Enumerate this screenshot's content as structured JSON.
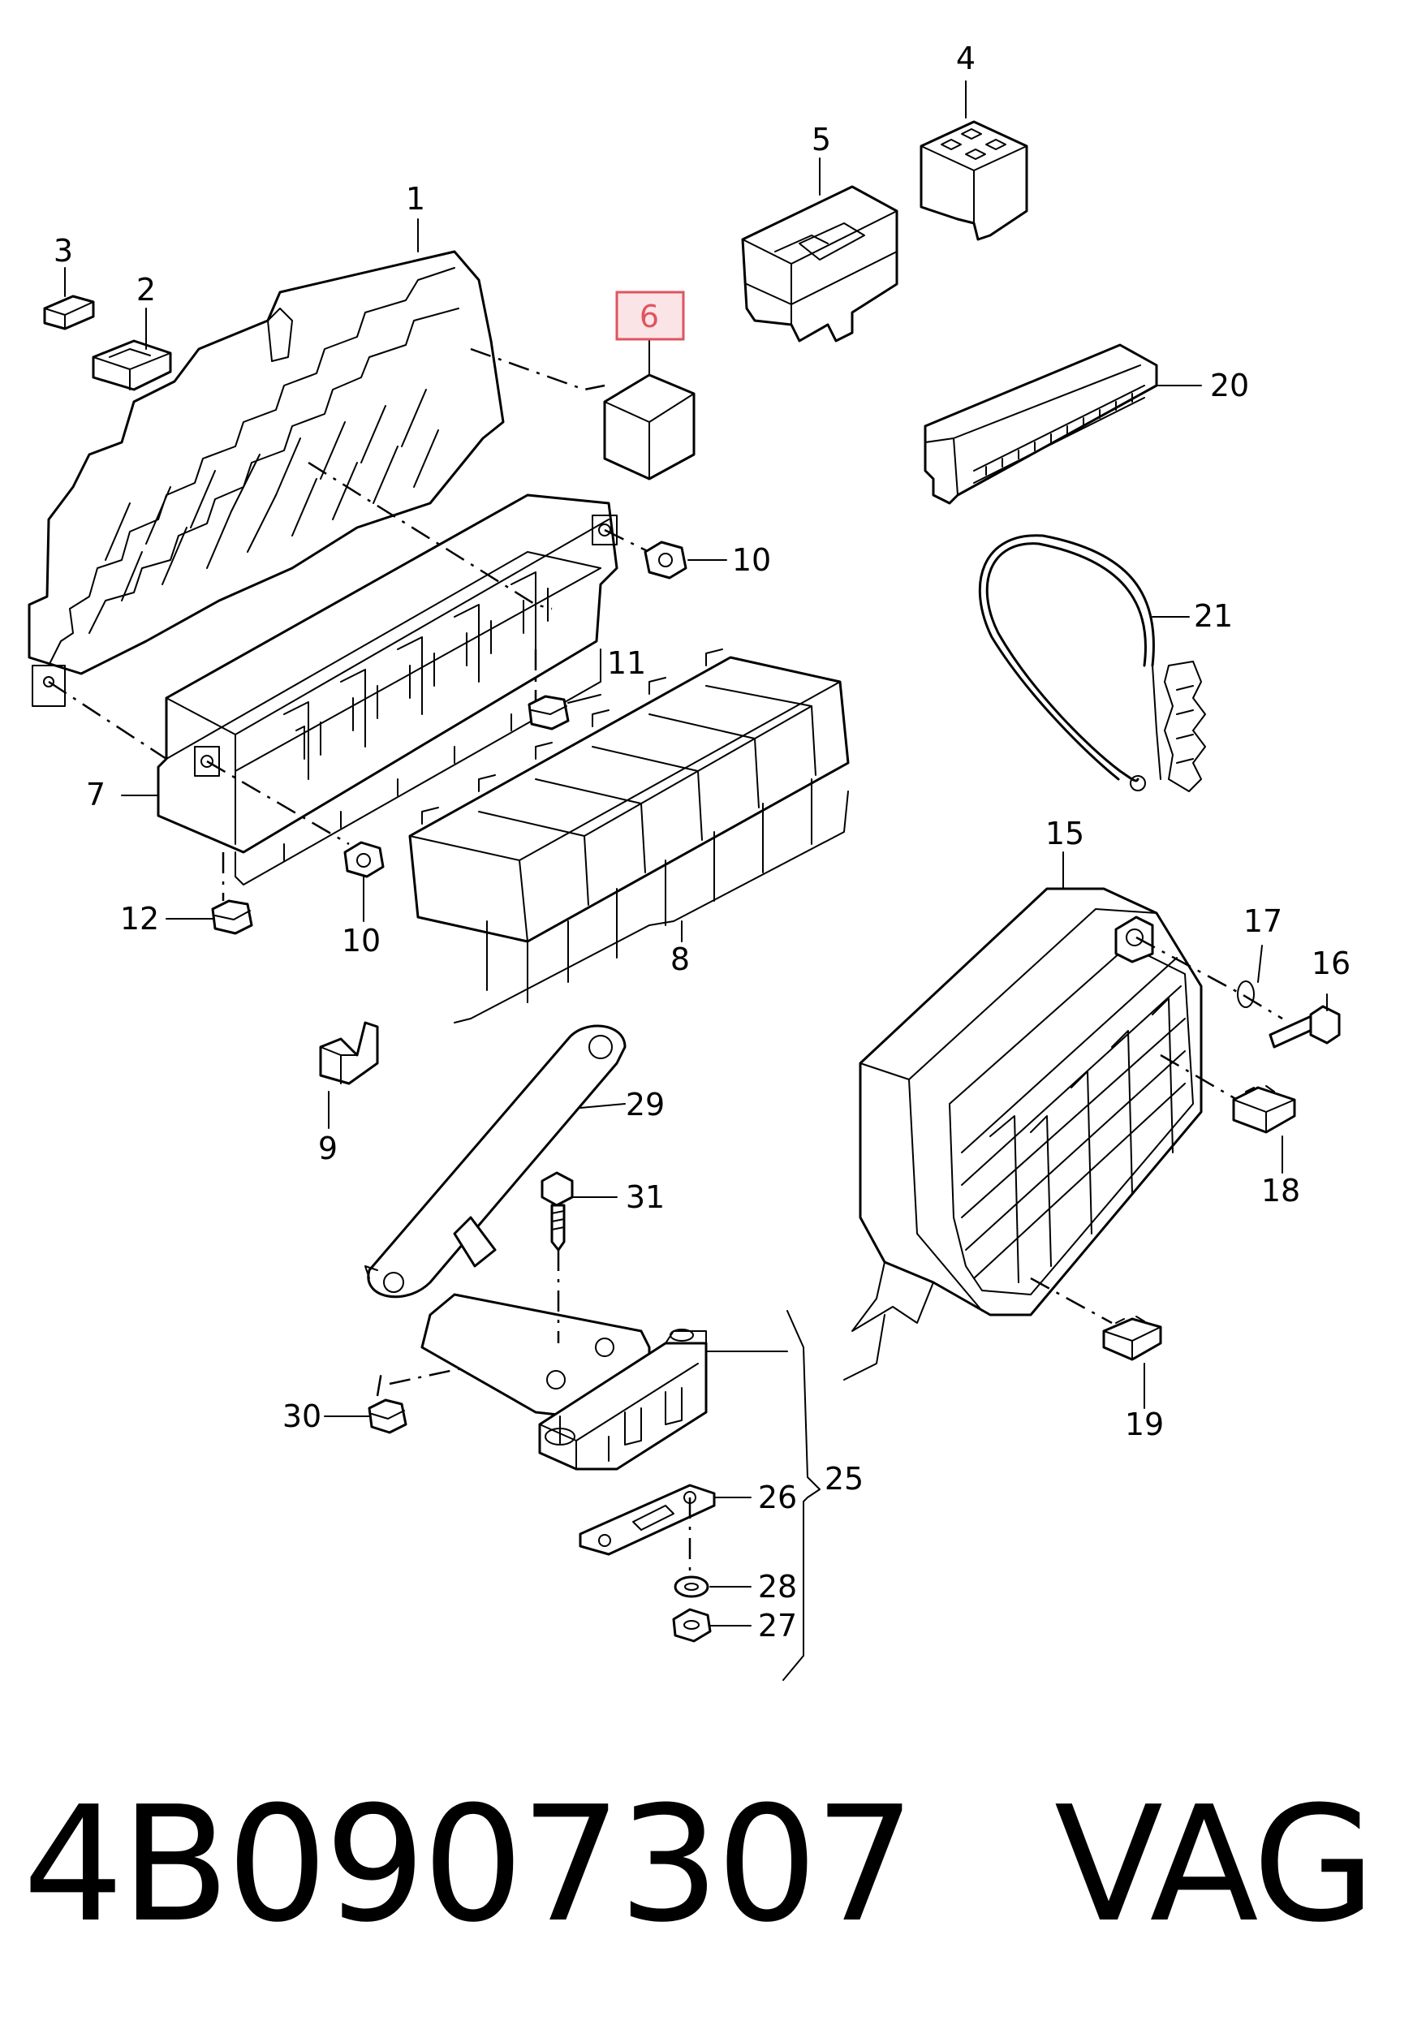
{
  "callouts": {
    "c1": "1",
    "c2": "2",
    "c3": "3",
    "c4": "4",
    "c5": "5",
    "c6": "6",
    "c7": "7",
    "c8": "8",
    "c9": "9",
    "c10a": "10",
    "c10b": "10",
    "c11": "11",
    "c12": "12",
    "c15": "15",
    "c16": "16",
    "c17": "17",
    "c18": "18",
    "c19": "19",
    "c20": "20",
    "c21": "21",
    "c25": "25",
    "c26": "26",
    "c27": "27",
    "c28": "28",
    "c29": "29",
    "c30": "30",
    "c31": "31"
  },
  "highlighted_callout": "6",
  "highlight_color": "#e0545f",
  "footer": {
    "part_number": "4B0907307",
    "brand": "VAG"
  }
}
